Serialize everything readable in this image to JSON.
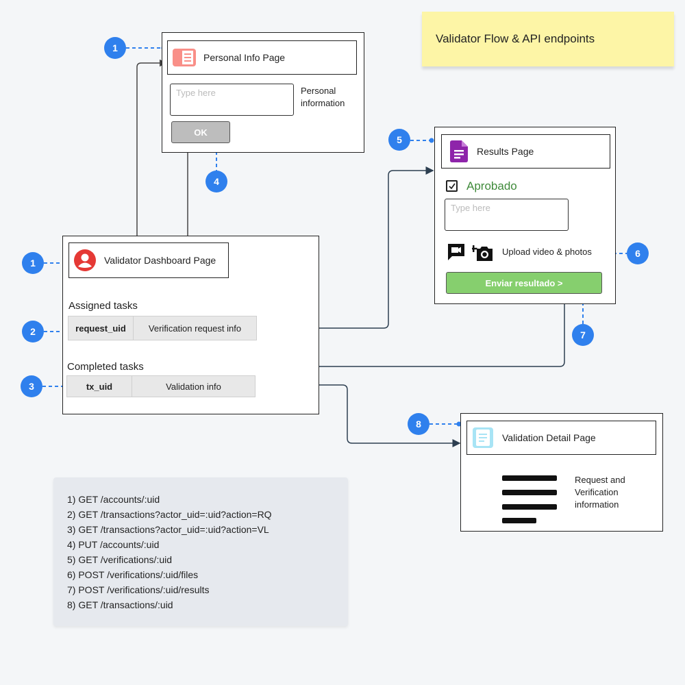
{
  "note": {
    "title": "Validator Flow & API endpoints"
  },
  "personal_info": {
    "title": "Personal Info Page",
    "input_placeholder": "Type here",
    "side_label": "Personal information",
    "ok_label": "OK"
  },
  "results": {
    "title": "Results Page",
    "checkbox_label": "Aprobado",
    "input_placeholder": "Type here",
    "upload_label": "Upload video & photos",
    "submit_label": "Enviar resultado >"
  },
  "dashboard": {
    "title": "Validator Dashboard Page",
    "assigned_title": "Assigned tasks",
    "assigned_key": "request_uid",
    "assigned_value": "Verification request info",
    "completed_title": "Completed tasks",
    "completed_key": "tx_uid",
    "completed_value": "Validation info"
  },
  "detail": {
    "title": "Validation Detail Page",
    "side_label": "Request and Verification information"
  },
  "badges": [
    "1",
    "1",
    "2",
    "3",
    "4",
    "5",
    "6",
    "7",
    "8"
  ],
  "api_list": [
    "1) GET /accounts/:uid",
    "2) GET /transactions?actor_uid=:uid?action=RQ",
    "3) GET /transactions?actor_uid=:uid?action=VL",
    "4) PUT /accounts/:uid",
    "5) GET /verifications/:uid",
    "6) POST /verifications/:uid/files",
    "7) POST /verifications/:uid/results",
    "8) GET /transactions/:uid"
  ],
  "colors": {
    "badge": "#2f80ed",
    "note": "#fdf5a6",
    "approved": "#3f8a3a",
    "send_button": "#86cf6e",
    "connector": "#2c3e50"
  },
  "icons": [
    "document-icon",
    "form-icon",
    "user-icon",
    "checkbox-icon",
    "video-chat-icon",
    "add-photo-icon",
    "list-icon",
    "text-lines-icon"
  ]
}
